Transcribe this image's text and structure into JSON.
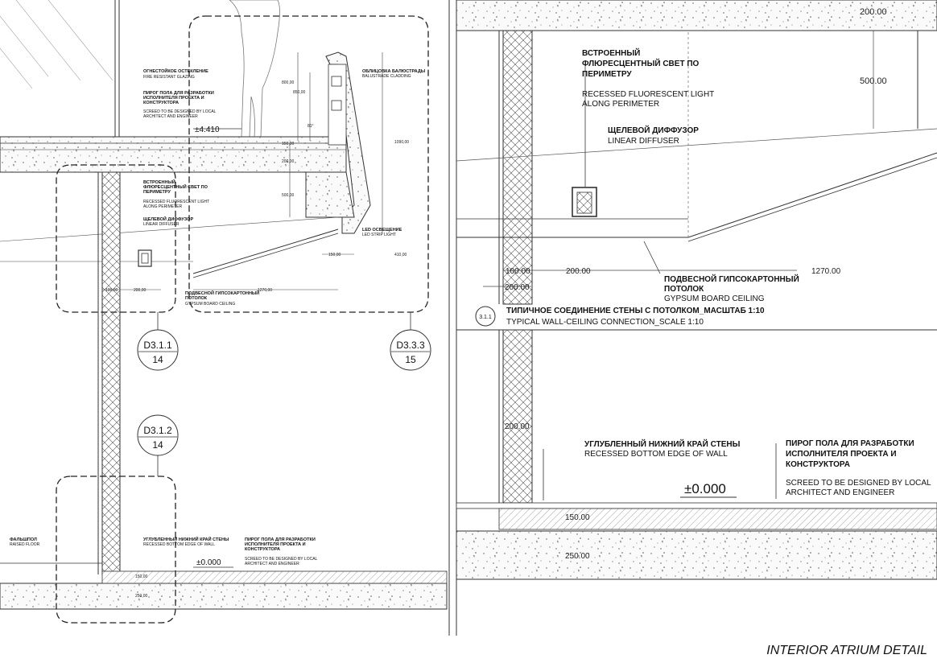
{
  "left": {
    "fire_glazing_ru": "ОГНЕСТОЙКОЕ ОСТЕКЛЕНИЕ",
    "fire_glazing_en": "FIRE RESISTANT GLAZING",
    "screed_ru_1": "ПИРОГ ПОЛА ДЛЯ РАЗРАБОТКИ",
    "screed_ru_2": "ИСПОЛНИТЕЛЯ ПРОЕКТА И",
    "screed_ru_3": "КОНСТРУКТОРА",
    "screed_en_1": "SCREED TO BE DESIGNED BY LOCAL",
    "screed_en_2": "ARCHITECT AND ENGINEER",
    "level_top": "±4.410",
    "balustrade_ru": "ОБЛИЦОВКА БАЛЮСТРАДЫ",
    "balustrade_en": "BALUSTRADE CLADDING",
    "light_ru_1": "ВСТРОЕННЫЙ",
    "light_ru_2": "ФЛЮРЕСЦЕНТНЫЙ СВЕТ ПО",
    "light_ru_3": "ПЕРИМЕТРУ",
    "light_en_1": "RECESSED FLUORESCENT LIGHT",
    "light_en_2": "ALONG PERIMETER",
    "diffuser_ru": "ЩЕЛЕВОЙ ДИФФУЗОР",
    "diffuser_en": "LINEAR DIFFUSER",
    "led_ru": "LED ОСВЕЩЕНИЕ",
    "led_en": "LED STRIP LIGHT",
    "ceiling_ru_1": "ПОДВЕСНОЙ ГИПСОКАРТОННЫЙ",
    "ceiling_ru_2": "ПОТОЛОК",
    "ceiling_en": "GYPSUM BOARD CEILING",
    "dim_800": "800,00",
    "dim_850": "850,00",
    "dim_1090": "1090,00",
    "dim_150": "150,00",
    "dim_200": "200,00",
    "dim_500": "500,00",
    "dim_150b": "150,00",
    "dim_410": "410,00",
    "dim_1270": "1270,00",
    "dim_100": "100,00",
    "dim_200b": "200,00",
    "angle": "81°",
    "raised_ru": "ФАЛЬШПОЛ",
    "raised_en": "RAISED FLOOR",
    "edge_ru": "УГЛУБЛЕННЫЙ НИЖНИЙ КРАЙ СТЕНЫ",
    "edge_en": "RECESSED BOTTOM EDGE OF WALL",
    "level_zero": "±0.000",
    "dim_150c": "150,00",
    "dim_250": "250,00",
    "callout1_code": "D3.1.1",
    "callout1_sheet": "14",
    "callout2_code": "D3.3.3",
    "callout2_sheet": "15",
    "callout3_code": "D3.1.2",
    "callout3_sheet": "14"
  },
  "right_top": {
    "dim_200_top": "200.00",
    "dim_500": "500.00",
    "light_ru_1": "ВСТРОЕННЫЙ",
    "light_ru_2": "ФЛЮРЕСЦЕНТНЫЙ СВЕТ ПО",
    "light_ru_3": "ПЕРИМЕТРУ",
    "light_en_1": "RECESSED FLUORESCENT LIGHT",
    "light_en_2": "ALONG PERIMETER",
    "diffuser_ru": "ЩЕЛЕВОЙ ДИФФУЗОР",
    "diffuser_en": "LINEAR DIFFUSER",
    "dim_100": "100.00",
    "dim_200a": "200.00",
    "dim_200b": "200.00",
    "dim_1270": "1270.00",
    "ceiling_ru_1": "ПОДВЕСНОЙ ГИПСОКАРТОННЫЙ",
    "ceiling_ru_2": "ПОТОЛОК",
    "ceiling_en": "GYPSUM BOARD CEILING",
    "section_num": "3.1.1",
    "section_title_ru": "ТИПИЧНОЕ СОЕДИНЕНИЕ СТЕНЫ С ПОТОЛКОМ_МАСШТАБ 1:10",
    "section_title_en": "TYPICAL WALL-CEILING CONNECTION_SCALE 1:10"
  },
  "right_bottom": {
    "dim_200": "200.00",
    "edge_ru": "УГЛУБЛЕННЫЙ НИЖНИЙ КРАЙ СТЕНЫ",
    "edge_en": "RECESSED BOTTOM EDGE OF WALL",
    "screed_ru_1": "ПИРОГ ПОЛА ДЛЯ РАЗРАБОТКИ",
    "screed_ru_2": "ИСПОЛНИТЕЛЯ ПРОЕКТА И",
    "screed_ru_3": "КОНСТРУКТОРА",
    "screed_en_1": "SCREED TO BE DESIGNED BY LOCAL",
    "screed_en_2": "ARCHITECT AND ENGINEER",
    "level_zero": "±0.000",
    "dim_150": "150.00",
    "dim_250": "250.00"
  },
  "caption": "INTERIOR ATRIUM DETAIL"
}
